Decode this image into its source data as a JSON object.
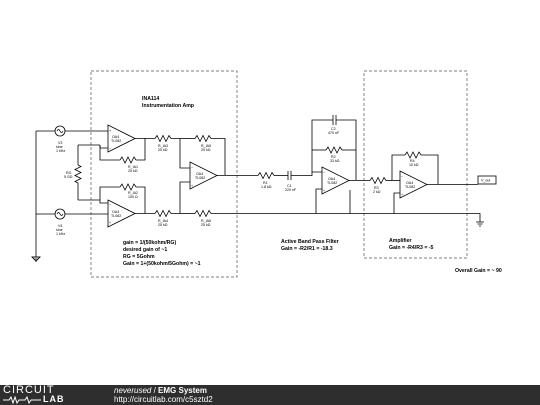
{
  "footer": {
    "logo_top": "CIRCUIT",
    "logo_bottom": "LAB",
    "author": "neverused",
    "separator": " / ",
    "title": "EMG System",
    "url": "http://circuitlab.com/c5sztd2"
  },
  "blocks": {
    "ina_title": "INA114",
    "ina_subtitle": "Instrumentation Amp",
    "ina_note1": "gain = 1/(50kohm/RG)",
    "ina_note2": "desired gain of ~1",
    "ina_note3": "RG = 5Gohm",
    "ina_note4": "Gain = 1+(50kohm/5Gohm) = ~1",
    "bp_title": "Active Band Pass Filter",
    "bp_gain": "Gain = -R2/R1 = -18.3",
    "amp_title": "Amplifier",
    "amp_gain": "Gain = -R4/R3 = -5",
    "overall_gain": "Overall Gain = ~ 90"
  },
  "components": {
    "v3": {
      "name": "V3",
      "type": "sine",
      "freq": "1 kHz"
    },
    "v4": {
      "name": "V4",
      "type": "sine",
      "freq": "1 kHz"
    },
    "rg": {
      "name": "RG",
      "value": "5 GΩ"
    },
    "oa4a": {
      "name": "OA4",
      "part": "TL082"
    },
    "oa4b": {
      "name": "OA4",
      "part": "TL082"
    },
    "oa4c": {
      "name": "OA4",
      "part": "TL082"
    },
    "oa4d": {
      "name": "OA4",
      "part": "TL082"
    },
    "oa4e": {
      "name": "OA4",
      "part": "TL082"
    },
    "r_ia3": {
      "name": "R_IA3",
      "value": "25 kΩ"
    },
    "r_ia5": {
      "name": "R_IA5",
      "value": "25 kΩ"
    },
    "r_ia1": {
      "name": "R_IA1",
      "value": "25 kΩ"
    },
    "r_ia2": {
      "name": "R_IA2",
      "value": "100 Ω"
    },
    "r_ia4": {
      "name": "R_IA4",
      "value": "25 kΩ"
    },
    "r_ia6": {
      "name": "R_IA6",
      "value": "25 kΩ"
    },
    "r1": {
      "name": "R1",
      "value": "1.8 kΩ"
    },
    "c1": {
      "name": "C1",
      "value": "220 nF"
    },
    "c2": {
      "name": "C2",
      "value": "470 nF"
    },
    "r2": {
      "name": "R2",
      "value": "33 kΩ"
    },
    "r3": {
      "name": "R3",
      "value": "2 kΩ"
    },
    "r4": {
      "name": "R4",
      "value": "10 kΩ"
    },
    "vout": {
      "name": "V_out"
    }
  }
}
